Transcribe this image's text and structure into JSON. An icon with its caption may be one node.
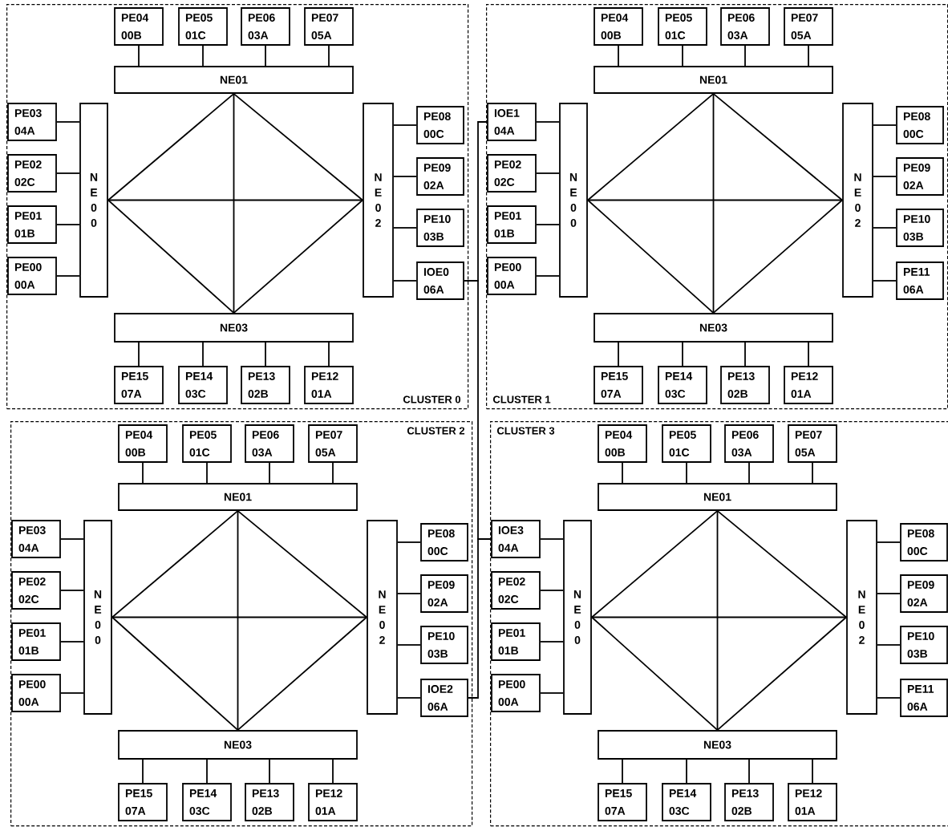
{
  "diagram": {
    "nodes": [
      {
        "text": [
          "CLUSTER 0"
        ]
      },
      {
        "text": [
          "PE04",
          "00B"
        ],
        "in": 0
      },
      {
        "text": [
          "PE05",
          "01C"
        ],
        "in": 0
      },
      {
        "text": [
          "PE06",
          "03A"
        ],
        "in": 0
      },
      {
        "text": [
          "PE07",
          "05A"
        ],
        "in": 0
      },
      {
        "text": [
          "NE01"
        ],
        "in": 0
      },
      {
        "text": [
          "PE03",
          "04A"
        ],
        "in": 0
      },
      {
        "text": [
          "PE02",
          "02C"
        ],
        "in": 0
      },
      {
        "text": [
          "PE01",
          "01B"
        ],
        "in": 0
      },
      {
        "text": [
          "PE00",
          "00A"
        ],
        "in": 0
      },
      {
        "text": [
          "NE00"
        ],
        "in": 0
      },
      {
        "text": [
          "NE02"
        ],
        "in": 0
      },
      {
        "text": [
          "PE08",
          "00C"
        ],
        "in": 0
      },
      {
        "text": [
          "PE09",
          "02A"
        ],
        "in": 0
      },
      {
        "text": [
          "PE10",
          "03B"
        ],
        "in": 0
      },
      {
        "text": [
          "IOE0",
          "06A"
        ],
        "in": 0
      },
      {
        "text": [
          "NE03"
        ],
        "in": 0
      },
      {
        "text": [
          "PE15",
          "07A"
        ],
        "in": 0
      },
      {
        "text": [
          "PE14",
          "03C"
        ],
        "in": 0
      },
      {
        "text": [
          "PE13",
          "02B"
        ],
        "in": 0
      },
      {
        "text": [
          "PE12",
          "01A"
        ],
        "in": 0
      },
      {
        "text": [
          "CLUSTER 1"
        ]
      },
      {
        "text": [
          "PE04",
          "00B"
        ],
        "in": 21
      },
      {
        "text": [
          "PE05",
          "01C"
        ],
        "in": 21
      },
      {
        "text": [
          "PE06",
          "03A"
        ],
        "in": 21
      },
      {
        "text": [
          "PE07",
          "05A"
        ],
        "in": 21
      },
      {
        "text": [
          "NE01"
        ],
        "in": 21
      },
      {
        "text": [
          "IOE1",
          "04A"
        ],
        "in": 21
      },
      {
        "text": [
          "PE02",
          "02C"
        ],
        "in": 21
      },
      {
        "text": [
          "PE01",
          "01B"
        ],
        "in": 21
      },
      {
        "text": [
          "PE00",
          "00A"
        ],
        "in": 21
      },
      {
        "text": [
          "NE00"
        ],
        "in": 21
      },
      {
        "text": [
          "NE02"
        ],
        "in": 21
      },
      {
        "text": [
          "PE08",
          "00C"
        ],
        "in": 21
      },
      {
        "text": [
          "PE09",
          "02A"
        ],
        "in": 21
      },
      {
        "text": [
          "PE10",
          "03B"
        ],
        "in": 21
      },
      {
        "text": [
          "PE11",
          "06A"
        ],
        "in": 21
      },
      {
        "text": [
          "NE03"
        ],
        "in": 21
      },
      {
        "text": [
          "PE15",
          "07A"
        ],
        "in": 21
      },
      {
        "text": [
          "PE14",
          "03C"
        ],
        "in": 21
      },
      {
        "text": [
          "PE13",
          "02B"
        ],
        "in": 21
      },
      {
        "text": [
          "PE12",
          "01A"
        ],
        "in": 21
      },
      {
        "text": [
          "CLUSTER 2"
        ]
      },
      {
        "text": [
          "PE04",
          "00B"
        ],
        "in": 42
      },
      {
        "text": [
          "PE05",
          "01C"
        ],
        "in": 42
      },
      {
        "text": [
          "PE06",
          "03A"
        ],
        "in": 42
      },
      {
        "text": [
          "PE07",
          "05A"
        ],
        "in": 42
      },
      {
        "text": [
          "NE01"
        ],
        "in": 42
      },
      {
        "text": [
          "PE03",
          "04A"
        ],
        "in": 42
      },
      {
        "text": [
          "PE02",
          "02C"
        ],
        "in": 42
      },
      {
        "text": [
          "PE01",
          "01B"
        ],
        "in": 42
      },
      {
        "text": [
          "PE00",
          "00A"
        ],
        "in": 42
      },
      {
        "text": [
          "NE00"
        ],
        "in": 42
      },
      {
        "text": [
          "NE02"
        ],
        "in": 42
      },
      {
        "text": [
          "PE08",
          "00C"
        ],
        "in": 42
      },
      {
        "text": [
          "PE09",
          "02A"
        ],
        "in": 42
      },
      {
        "text": [
          "PE10",
          "03B"
        ],
        "in": 42
      },
      {
        "text": [
          "IOE2",
          "06A"
        ],
        "in": 42
      },
      {
        "text": [
          "NE03"
        ],
        "in": 42
      },
      {
        "text": [
          "PE15",
          "07A"
        ],
        "in": 42
      },
      {
        "text": [
          "PE14",
          "03C"
        ],
        "in": 42
      },
      {
        "text": [
          "PE13",
          "02B"
        ],
        "in": 42
      },
      {
        "text": [
          "PE12",
          "01A"
        ],
        "in": 42
      },
      {
        "text": [
          "CLUSTER 3"
        ]
      },
      {
        "text": [
          "PE04",
          "00B"
        ],
        "in": 63
      },
      {
        "text": [
          "PE05",
          "01C"
        ],
        "in": 63
      },
      {
        "text": [
          "PE06",
          "03A"
        ],
        "in": 63
      },
      {
        "text": [
          "PE07",
          "05A"
        ],
        "in": 63
      },
      {
        "text": [
          "NE01"
        ],
        "in": 63
      },
      {
        "text": [
          "IOE3",
          "04A"
        ],
        "in": 63
      },
      {
        "text": [
          "PE02",
          "02C"
        ],
        "in": 63
      },
      {
        "text": [
          "PE01",
          "01B"
        ],
        "in": 63
      },
      {
        "text": [
          "PE00",
          "00A"
        ],
        "in": 63
      },
      {
        "text": [
          "NE00"
        ],
        "in": 63
      },
      {
        "text": [
          "NE02"
        ],
        "in": 63
      },
      {
        "text": [
          "PE08",
          "00C"
        ],
        "in": 63
      },
      {
        "text": [
          "PE09",
          "02A"
        ],
        "in": 63
      },
      {
        "text": [
          "PE10",
          "03B"
        ],
        "in": 63
      },
      {
        "text": [
          "PE11",
          "06A"
        ],
        "in": 63
      },
      {
        "text": [
          "NE03"
        ],
        "in": 63
      },
      {
        "text": [
          "PE15",
          "07A"
        ],
        "in": 63
      },
      {
        "text": [
          "PE14",
          "03C"
        ],
        "in": 63
      },
      {
        "text": [
          "PE13",
          "02B"
        ],
        "in": 63
      },
      {
        "text": [
          "PE12",
          "01A"
        ],
        "in": 63
      }
    ],
    "edges": [
      {
        "from": 1,
        "to": 5,
        "arrow": "none"
      },
      {
        "from": 2,
        "to": 5,
        "arrow": "none"
      },
      {
        "from": 3,
        "to": 5,
        "arrow": "none"
      },
      {
        "from": 4,
        "to": 5,
        "arrow": "none"
      },
      {
        "from": 6,
        "to": 10,
        "arrow": "none"
      },
      {
        "from": 7,
        "to": 10,
        "arrow": "none"
      },
      {
        "from": 8,
        "to": 10,
        "arrow": "none"
      },
      {
        "from": 9,
        "to": 10,
        "arrow": "none"
      },
      {
        "from": 12,
        "to": 11,
        "arrow": "none"
      },
      {
        "from": 13,
        "to": 11,
        "arrow": "none"
      },
      {
        "from": 14,
        "to": 11,
        "arrow": "none"
      },
      {
        "from": 15,
        "to": 11,
        "arrow": "none"
      },
      {
        "from": 17,
        "to": 16,
        "arrow": "none"
      },
      {
        "from": 18,
        "to": 16,
        "arrow": "none"
      },
      {
        "from": 19,
        "to": 16,
        "arrow": "none"
      },
      {
        "from": 20,
        "to": 16,
        "arrow": "none"
      },
      {
        "from": 5,
        "to": 10,
        "arrow": "none"
      },
      {
        "from": 5,
        "to": 11,
        "arrow": "none"
      },
      {
        "from": 10,
        "to": 11,
        "arrow": "none"
      },
      {
        "from": 5,
        "to": 16,
        "arrow": "none"
      },
      {
        "from": 10,
        "to": 16,
        "arrow": "none"
      },
      {
        "from": 11,
        "to": 16,
        "arrow": "none"
      },
      {
        "from": 22,
        "to": 26,
        "arrow": "none"
      },
      {
        "from": 23,
        "to": 26,
        "arrow": "none"
      },
      {
        "from": 24,
        "to": 26,
        "arrow": "none"
      },
      {
        "from": 25,
        "to": 26,
        "arrow": "none"
      },
      {
        "from": 27,
        "to": 31,
        "arrow": "none"
      },
      {
        "from": 28,
        "to": 31,
        "arrow": "none"
      },
      {
        "from": 29,
        "to": 31,
        "arrow": "none"
      },
      {
        "from": 30,
        "to": 31,
        "arrow": "none"
      },
      {
        "from": 33,
        "to": 32,
        "arrow": "none"
      },
      {
        "from": 34,
        "to": 32,
        "arrow": "none"
      },
      {
        "from": 35,
        "to": 32,
        "arrow": "none"
      },
      {
        "from": 36,
        "to": 32,
        "arrow": "none"
      },
      {
        "from": 38,
        "to": 37,
        "arrow": "none"
      },
      {
        "from": 39,
        "to": 37,
        "arrow": "none"
      },
      {
        "from": 40,
        "to": 37,
        "arrow": "none"
      },
      {
        "from": 41,
        "to": 37,
        "arrow": "none"
      },
      {
        "from": 26,
        "to": 31,
        "arrow": "none"
      },
      {
        "from": 26,
        "to": 32,
        "arrow": "none"
      },
      {
        "from": 31,
        "to": 32,
        "arrow": "none"
      },
      {
        "from": 26,
        "to": 37,
        "arrow": "none"
      },
      {
        "from": 31,
        "to": 37,
        "arrow": "none"
      },
      {
        "from": 32,
        "to": 37,
        "arrow": "none"
      },
      {
        "from": 43,
        "to": 47,
        "arrow": "none"
      },
      {
        "from": 44,
        "to": 47,
        "arrow": "none"
      },
      {
        "from": 45,
        "to": 47,
        "arrow": "none"
      },
      {
        "from": 46,
        "to": 47,
        "arrow": "none"
      },
      {
        "from": 48,
        "to": 52,
        "arrow": "none"
      },
      {
        "from": 49,
        "to": 52,
        "arrow": "none"
      },
      {
        "from": 50,
        "to": 52,
        "arrow": "none"
      },
      {
        "from": 51,
        "to": 52,
        "arrow": "none"
      },
      {
        "from": 54,
        "to": 53,
        "arrow": "none"
      },
      {
        "from": 55,
        "to": 53,
        "arrow": "none"
      },
      {
        "from": 56,
        "to": 53,
        "arrow": "none"
      },
      {
        "from": 57,
        "to": 53,
        "arrow": "none"
      },
      {
        "from": 59,
        "to": 58,
        "arrow": "none"
      },
      {
        "from": 60,
        "to": 58,
        "arrow": "none"
      },
      {
        "from": 61,
        "to": 58,
        "arrow": "none"
      },
      {
        "from": 62,
        "to": 58,
        "arrow": "none"
      },
      {
        "from": 47,
        "to": 52,
        "arrow": "none"
      },
      {
        "from": 47,
        "to": 53,
        "arrow": "none"
      },
      {
        "from": 52,
        "to": 53,
        "arrow": "none"
      },
      {
        "from": 47,
        "to": 58,
        "arrow": "none"
      },
      {
        "from": 52,
        "to": 58,
        "arrow": "none"
      },
      {
        "from": 53,
        "to": 58,
        "arrow": "none"
      },
      {
        "from": 64,
        "to": 68,
        "arrow": "none"
      },
      {
        "from": 65,
        "to": 68,
        "arrow": "none"
      },
      {
        "from": 66,
        "to": 68,
        "arrow": "none"
      },
      {
        "from": 67,
        "to": 68,
        "arrow": "none"
      },
      {
        "from": 69,
        "to": 73,
        "arrow": "none"
      },
      {
        "from": 70,
        "to": 73,
        "arrow": "none"
      },
      {
        "from": 71,
        "to": 73,
        "arrow": "none"
      },
      {
        "from": 72,
        "to": 73,
        "arrow": "none"
      },
      {
        "from": 75,
        "to": 74,
        "arrow": "none"
      },
      {
        "from": 76,
        "to": 74,
        "arrow": "none"
      },
      {
        "from": 77,
        "to": 74,
        "arrow": "none"
      },
      {
        "from": 78,
        "to": 74,
        "arrow": "none"
      },
      {
        "from": 80,
        "to": 79,
        "arrow": "none"
      },
      {
        "from": 81,
        "to": 79,
        "arrow": "none"
      },
      {
        "from": 82,
        "to": 79,
        "arrow": "none"
      },
      {
        "from": 83,
        "to": 79,
        "arrow": "none"
      },
      {
        "from": 68,
        "to": 73,
        "arrow": "none"
      },
      {
        "from": 68,
        "to": 74,
        "arrow": "none"
      },
      {
        "from": 73,
        "to": 74,
        "arrow": "none"
      },
      {
        "from": 68,
        "to": 79,
        "arrow": "none"
      },
      {
        "from": 73,
        "to": 79,
        "arrow": "none"
      },
      {
        "from": 74,
        "to": 79,
        "arrow": "none"
      },
      {
        "from": 27,
        "to": 15,
        "arrow": "none"
      },
      {
        "from": 15,
        "to": 69,
        "arrow": "none"
      },
      {
        "from": 69,
        "to": 57,
        "arrow": "none"
      }
    ]
  }
}
